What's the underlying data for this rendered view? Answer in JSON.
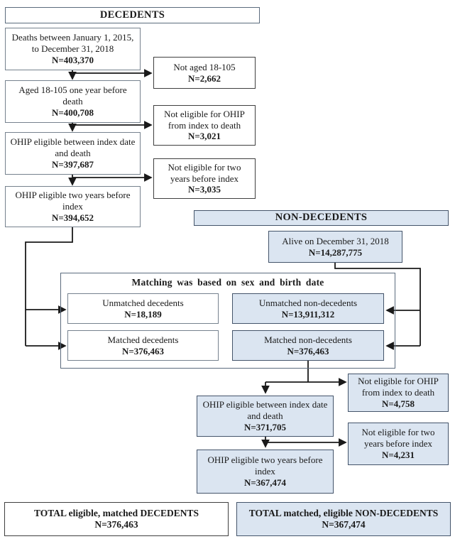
{
  "decedents": {
    "header": "DECEDENTS",
    "steps": [
      {
        "label": "Deaths between January 1, 2015, to December 31, 2018",
        "n": "N=403,370"
      },
      {
        "label": "Aged 18-105 one year before death",
        "n": "N=400,708"
      },
      {
        "label": "OHIP eligible between index date and death",
        "n": "N=397,687"
      },
      {
        "label": "OHIP eligible two years before index",
        "n": "N=394,652"
      }
    ],
    "exclusions": [
      {
        "label": "Not aged 18-105",
        "n": "N=2,662"
      },
      {
        "label": "Not eligible for OHIP from index to death",
        "n": "N=3,021"
      },
      {
        "label": "Not eligible for two years before index",
        "n": "N=3,035"
      }
    ]
  },
  "non_decedents": {
    "header": "NON-DECEDENTS",
    "alive": {
      "label": "Alive on December 31, 2018",
      "n": "N=14,287,775"
    },
    "steps": [
      {
        "label": "OHIP eligible between index date and death",
        "n": "N=371,705"
      },
      {
        "label": "OHIP eligible two years before index",
        "n": "N=367,474"
      }
    ],
    "exclusions": [
      {
        "label": "Not eligible for OHIP from index to death",
        "n": "N=4,758"
      },
      {
        "label": "Not eligible for two years before index",
        "n": "N=4,231"
      }
    ]
  },
  "matching": {
    "title": "Matching was based on sex and birth date",
    "cells": [
      {
        "label": "Unmatched decedents",
        "n": "N=18,189"
      },
      {
        "label": "Unmatched non-decedents",
        "n": "N=13,911,312"
      },
      {
        "label": "Matched decedents",
        "n": "N=376,463"
      },
      {
        "label": "Matched non-decedents",
        "n": "N=376,463"
      }
    ]
  },
  "totals": [
    {
      "label": "TOTAL eligible, matched DECEDENTS",
      "n": "N=376,463"
    },
    {
      "label": "TOTAL matched, eligible NON-DECEDENTS",
      "n": "N=367,474"
    }
  ],
  "colors": {
    "light_blue_fill": "#dbe5f1",
    "blue_border": "#44546a",
    "gray_border": "#76828e",
    "line_color": "#1a1a1a"
  }
}
